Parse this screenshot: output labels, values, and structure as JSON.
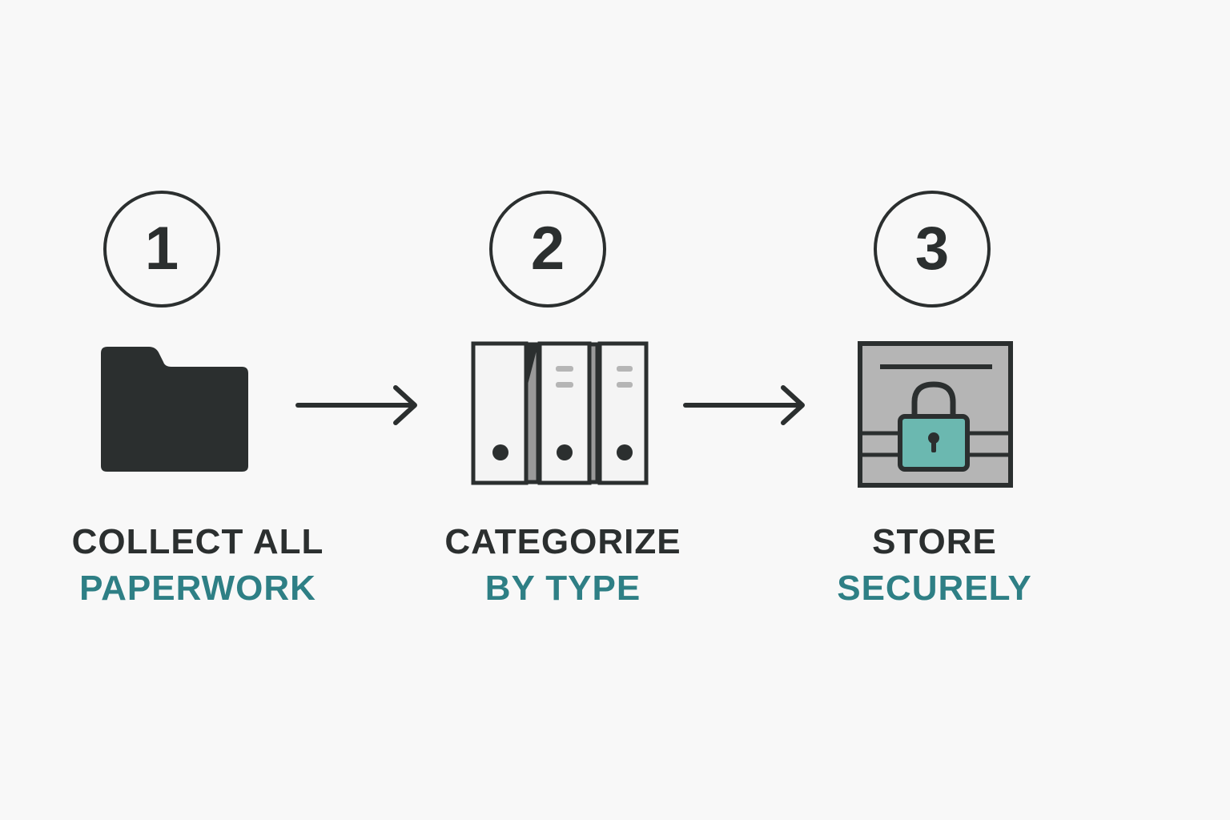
{
  "steps": [
    {
      "number": "1",
      "icon": "folder-icon",
      "caption_line1": "COLLECT ALL",
      "caption_line2": "PAPERWORK"
    },
    {
      "number": "2",
      "icon": "binders-icon",
      "caption_line1": "CATEGORIZE",
      "caption_line2": "BY TYPE"
    },
    {
      "number": "3",
      "icon": "lockbox-icon",
      "caption_line1": "STORE",
      "caption_line2": "SECURELY"
    }
  ],
  "connectors": [
    "arrow-right-icon",
    "arrow-right-icon"
  ],
  "colors": {
    "background": "#f8f8f8",
    "dark": "#2b2f2f",
    "accent": "#2e7f85",
    "lock_fill": "#6bb8b0",
    "box_gray": "#b5b5b5",
    "binder_white": "#f4f4f4",
    "binder_gray": "#9a9a9a"
  }
}
